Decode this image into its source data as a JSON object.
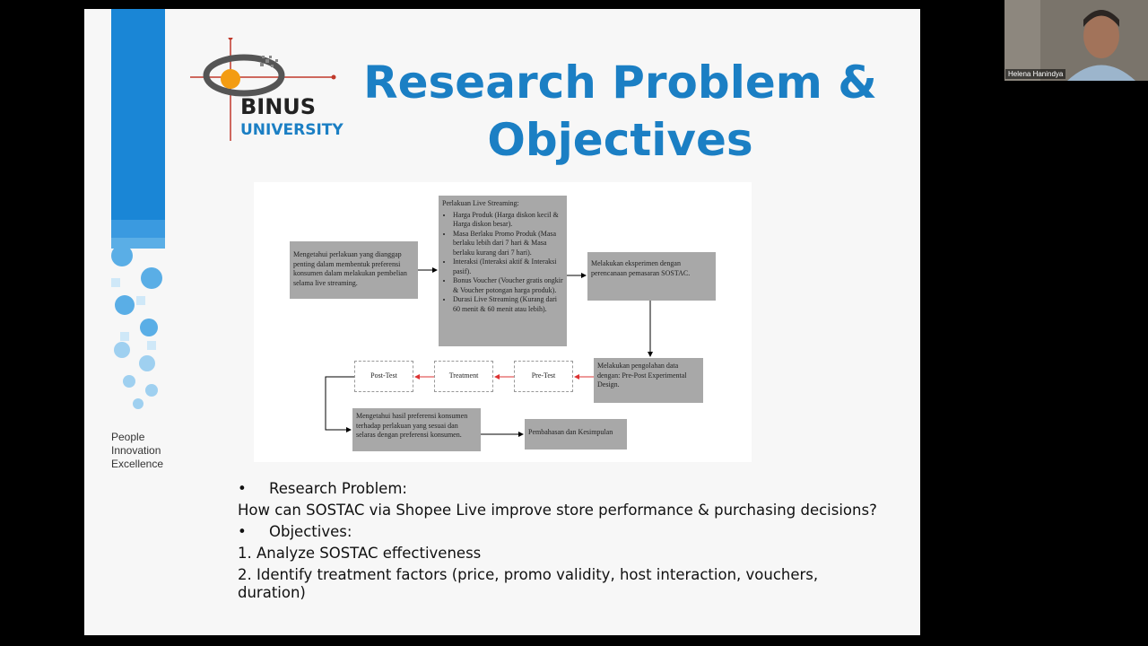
{
  "slide": {
    "title": "Research Problem & Objectives",
    "logo_text_top": "BINUS",
    "logo_text_bottom": "UNIVERSITY",
    "tagline": [
      "People",
      "Innovation",
      "Excellence"
    ],
    "brand_color": "#1b7fc4"
  },
  "diagram": {
    "box1": "Mengetahui perlakuan yang dianggap penting dalam membentuk preferensi konsumen dalam melakukan pembelian selama live streaming.",
    "box2_title": "Perlakuan Live Streaming:",
    "box2_items": [
      "Harga Produk (Harga diskon kecil & Harga diskon besar).",
      "Masa Berlaku Promo Produk (Masa berlaku lebih dari 7 hari & Masa berlaku kurang dari 7 hari).",
      "Interaksi (Interaksi aktif & Interaksi pasif).",
      "Bonus Voucher (Voucher gratis ongkir & Voucher potongan harga produk).",
      "Durasi Live Streaming (Kurang dari 60 menit & 60 menit atau lebih)."
    ],
    "box3": "Melakukan eksperimen dengan perencanaan pemasaran SOSTAC.",
    "box4": "Melakukan pengolahan data dengan: Pre-Post Experimental Design.",
    "pretest": "Pre-Test",
    "treatment": "Treatment",
    "posttest": "Post-Test",
    "box5": "Mengetahui hasil preferensi konsumen terhadap perlakuan yang sesuai dan selaras dengan preferensi konsumen.",
    "box6": "Pembahasan dan Kesimpulan"
  },
  "bullets": {
    "b1_label": "Research Problem:",
    "b1_text": "How can SOSTAC via Shopee Live improve store performance & purchasing decisions?",
    "b2_label": "Objectives:",
    "o1": "1. Analyze SOSTAC effectiveness",
    "o2": "2. Identify treatment factors (price, promo validity, host interaction, vouchers, duration)"
  },
  "video": {
    "participant_name": "Helena Hanindya"
  }
}
